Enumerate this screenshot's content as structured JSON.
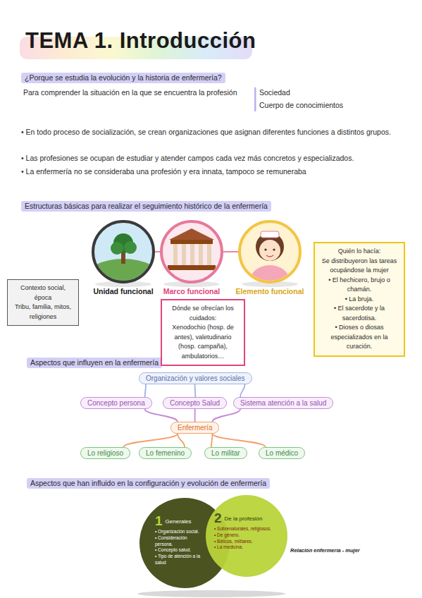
{
  "diagram": {
    "title": "TEMA 1. Introducción",
    "nodes": [
      {
        "text": [
          "Unidad funcional"
        ]
      },
      {
        "text": [
          "Marco funcional"
        ]
      },
      {
        "text": [
          "Elemento funcional"
        ]
      },
      {
        "text": [
          "Quién lo hacía:",
          "Se distribuyeron las tareas ocupándose la mujer",
          "• El hechicero, brujo o chamán.",
          "• La bruja.",
          "• El sacerdote y la sacerdotisa.",
          "• Dioses o diosas especializados en la curación."
        ]
      },
      {
        "text": [
          "Contexto social, época",
          "Tribu, familia, mitos, religiones"
        ]
      },
      {
        "text": [
          "Dónde se ofrecían los cuidados:",
          "Xenodochio (hosp. de antes), valetudinario (hosp. campaña), ambulatorios…"
        ]
      },
      {
        "text": [
          "Organización y valores sociales"
        ]
      },
      {
        "text": [
          "Concepto persona"
        ]
      },
      {
        "text": [
          "Concepto Salud"
        ]
      },
      {
        "text": [
          "Sistema atención a la salud"
        ]
      },
      {
        "text": [
          "Enfermería"
        ]
      },
      {
        "text": [
          "Lo religioso"
        ]
      },
      {
        "text": [
          "Lo femenino"
        ]
      },
      {
        "text": [
          "Lo militar"
        ]
      },
      {
        "text": [
          "Lo médico"
        ]
      },
      {
        "text": [
          "1",
          "Generales",
          "• Organización social.",
          "• Consideración persona.",
          "• Concepto salud.",
          "• Tipo de atención a la salud"
        ]
      },
      {
        "text": [
          "2",
          "De la profesión",
          "• Sobrenaturales, religiosos.",
          "• De género.",
          "• Bélicos, militares.",
          "• La medicina."
        ]
      }
    ],
    "edges": [
      {
        "from": 0,
        "to": 1,
        "arrow": "none"
      },
      {
        "from": 1,
        "to": 2,
        "arrow": "none"
      },
      {
        "from": 6,
        "to": 7,
        "arrow": "none"
      },
      {
        "from": 6,
        "to": 8,
        "arrow": "none"
      },
      {
        "from": 6,
        "to": 9,
        "arrow": "none"
      },
      {
        "from": 7,
        "to": 10,
        "arrow": "none"
      },
      {
        "from": 8,
        "to": 10,
        "arrow": "none"
      },
      {
        "from": 9,
        "to": 10,
        "arrow": "none"
      },
      {
        "from": 10,
        "to": 11,
        "arrow": "none"
      },
      {
        "from": 10,
        "to": 12,
        "arrow": "none"
      },
      {
        "from": 10,
        "to": 13,
        "arrow": "none"
      },
      {
        "from": 10,
        "to": 14,
        "arrow": "none"
      }
    ],
    "labels": [
      "¿Porque se estudia la evolución y la historia de enfermería?",
      "Para comprender la situación en la que se encuentra la profesión",
      "Sociedad",
      "Cuerpo de conocimientos",
      "• En todo proceso de socialización, se crean organizaciones que asignan diferentes funciones a distintos grupos.",
      "• Las profesiones se ocupan de estudiar y atender campos cada vez más concretos y especializados.",
      "• La enfermería no se consideraba una profesión y era innata, tampoco se remuneraba",
      "Estructuras básicas para realizar el seguimiento histórico de la enfermería",
      "Aspectos que influyen en la enfermería",
      "Aspectos que han influido en la configuración y evolución de enfermería",
      "Relación enfermería - mujer"
    ]
  }
}
